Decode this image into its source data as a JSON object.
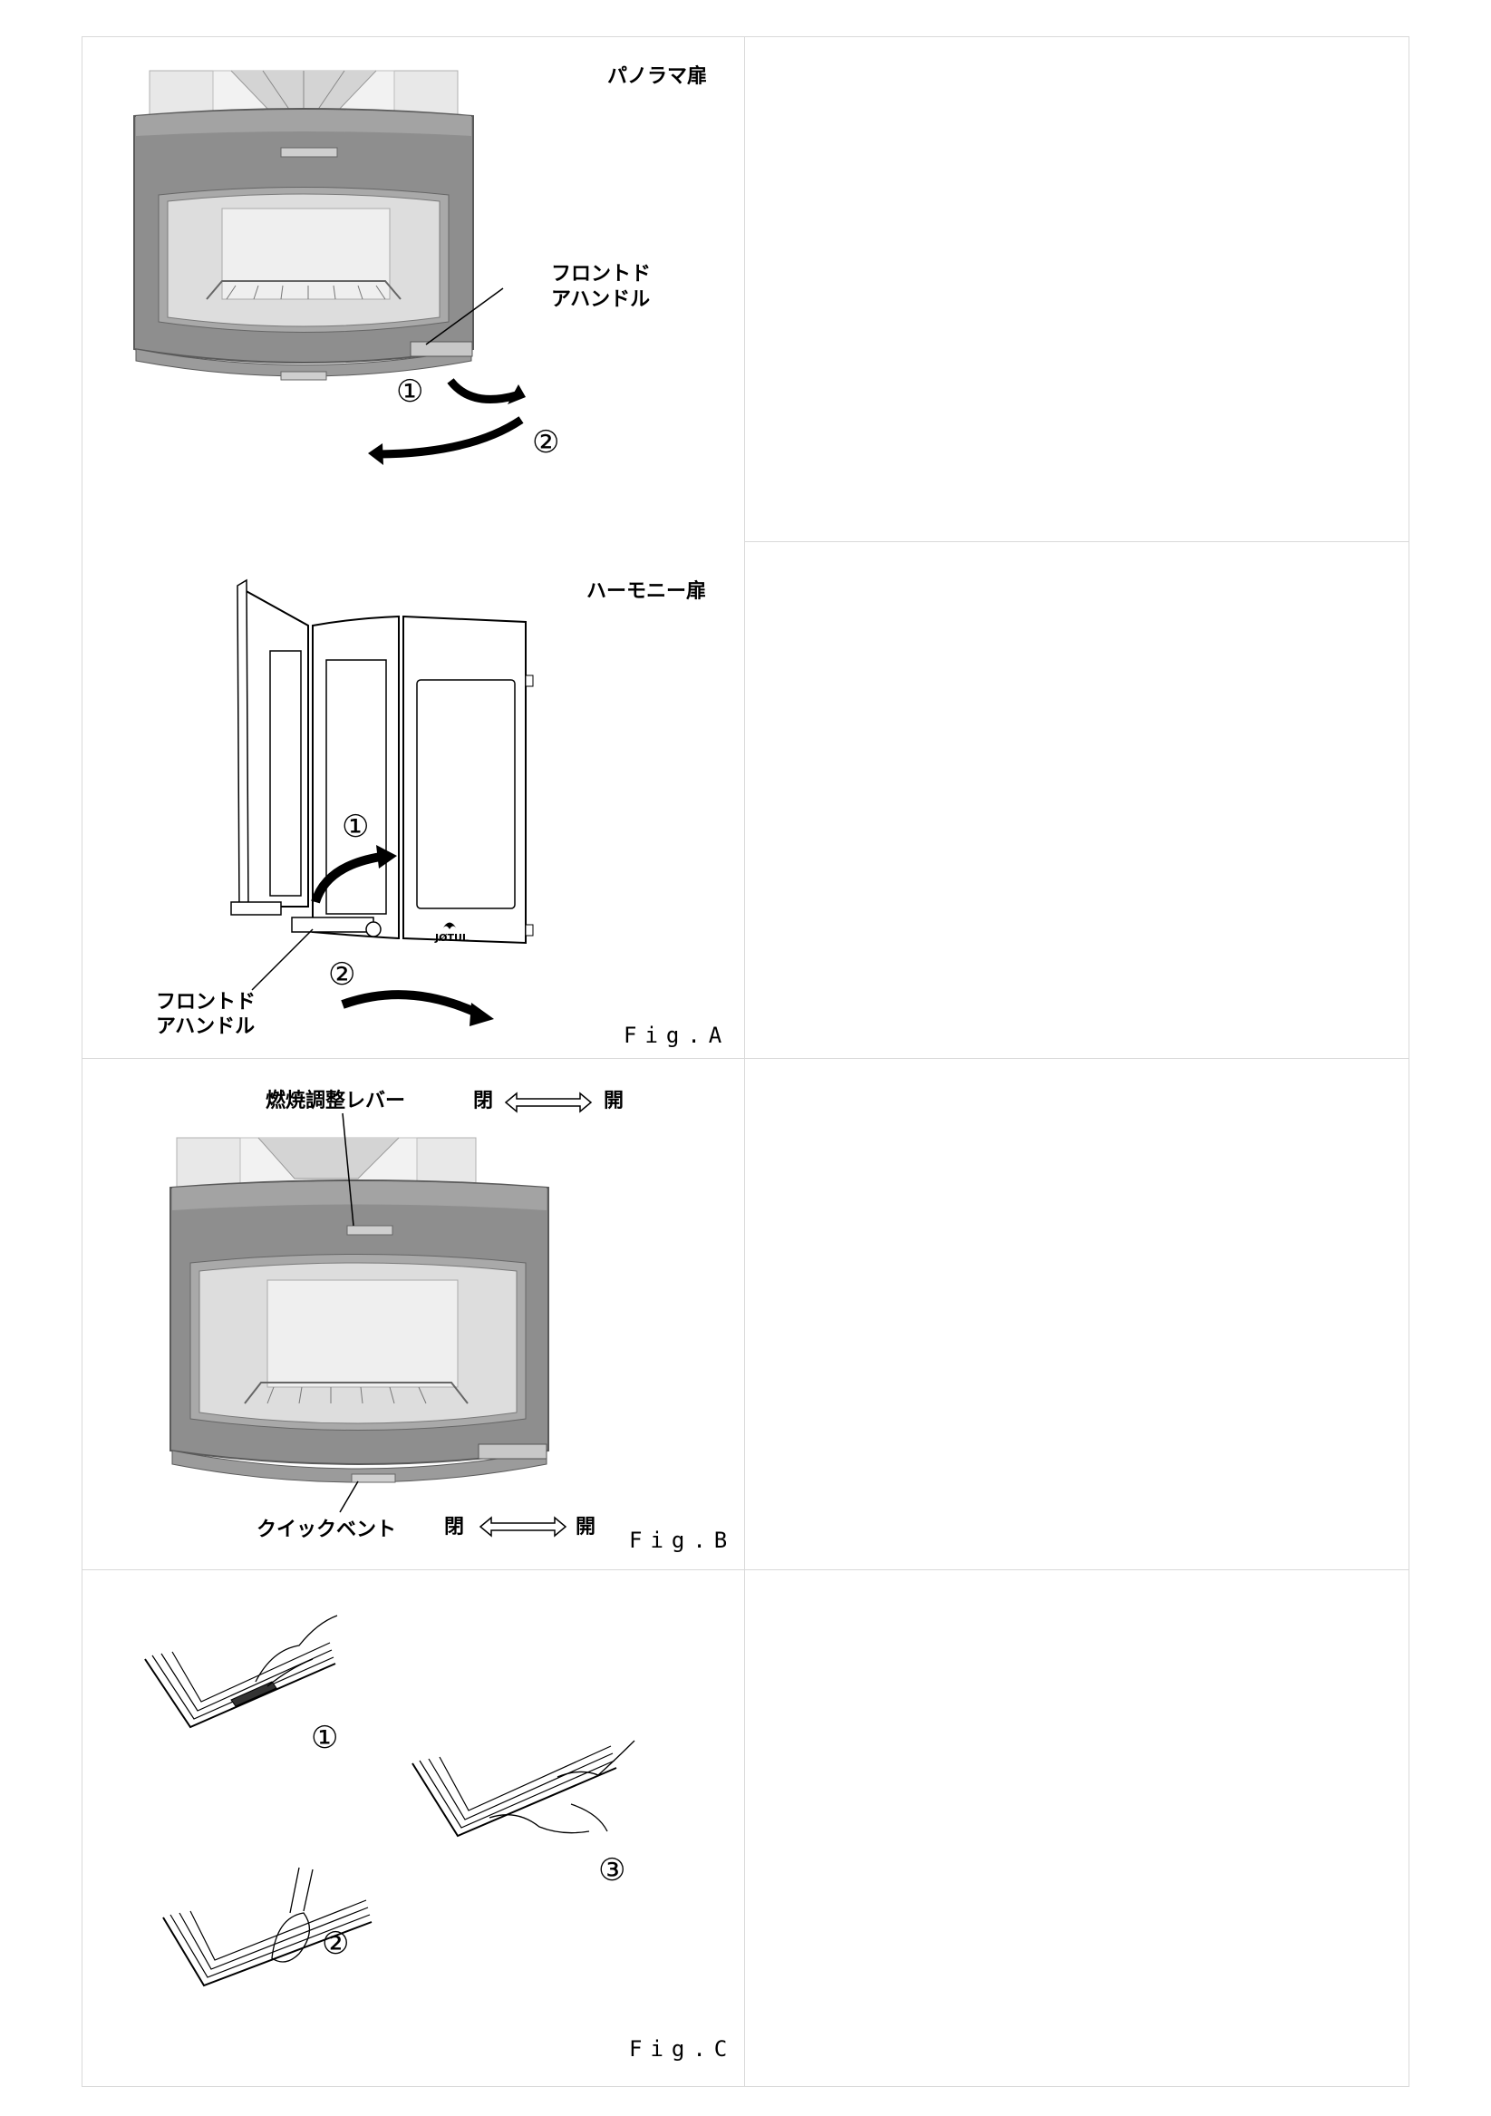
{
  "figure_a": {
    "panorama_label": "パノラマ扉",
    "panorama_handle_label_line1": "フロントド",
    "panorama_handle_label_line2": "アハンドル",
    "panorama_step1": "①",
    "panorama_step2": "②",
    "harmony_label": "ハーモニー扉",
    "harmony_step1": "①",
    "harmony_step2": "②",
    "harmony_handle_label_line1": "フロントド",
    "harmony_handle_label_line2": "アハンドル",
    "harmony_logo_text": "JØTUL",
    "caption": "Fig.A"
  },
  "figure_b": {
    "lever_label": "燃焼調整レバー",
    "lever_closed": "閉",
    "lever_open": "開",
    "vent_label": "クイックベント",
    "vent_closed": "閉",
    "vent_open": "開",
    "caption": "Fig.B"
  },
  "figure_c": {
    "step1": "①",
    "step2": "②",
    "step3": "③",
    "caption": "Fig.C"
  }
}
